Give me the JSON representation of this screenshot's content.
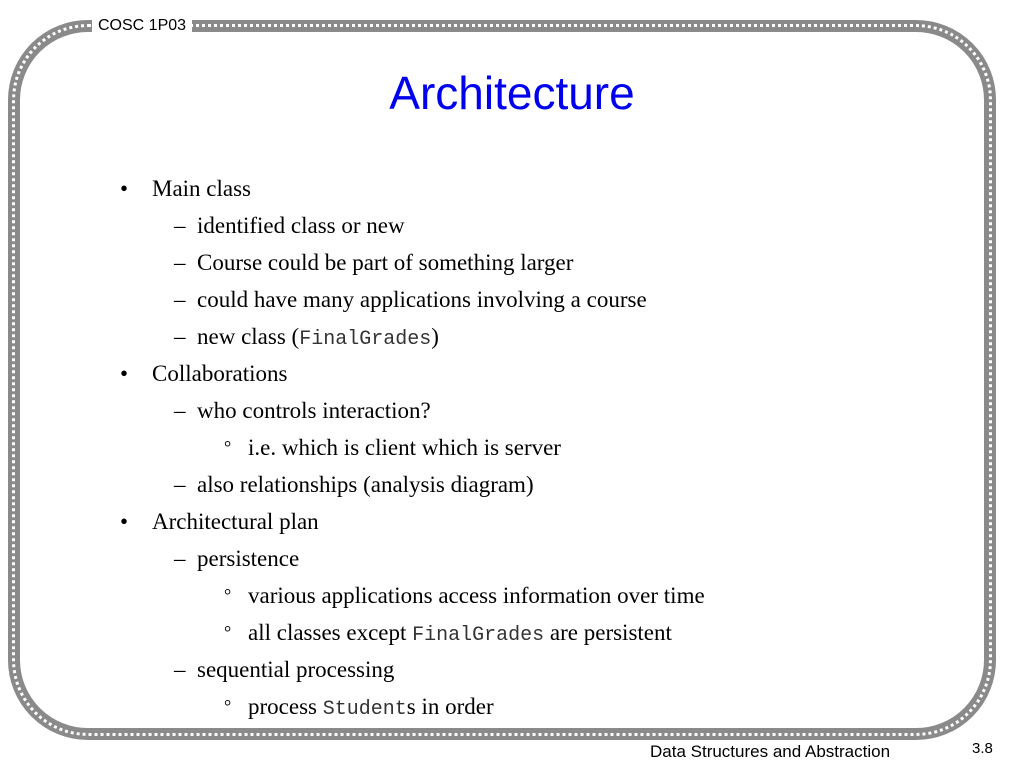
{
  "header": {
    "course": "COSC 1P03"
  },
  "title": "Architecture",
  "footer": {
    "subject": "Data Structures and Abstraction",
    "page": "3.8"
  },
  "markers": {
    "level1": "•",
    "level2": "–",
    "level3": "°"
  },
  "items": [
    {
      "level": 1,
      "parts": [
        {
          "text": "Main class"
        }
      ]
    },
    {
      "level": 2,
      "parts": [
        {
          "text": "identified class or new"
        }
      ]
    },
    {
      "level": 2,
      "parts": [
        {
          "text": "Course could be part of something larger"
        }
      ]
    },
    {
      "level": 2,
      "parts": [
        {
          "text": "could have many applications involving a course"
        }
      ]
    },
    {
      "level": 2,
      "parts": [
        {
          "text": "new class ("
        },
        {
          "text": "FinalGrades",
          "code": true
        },
        {
          "text": ")"
        }
      ]
    },
    {
      "level": 1,
      "parts": [
        {
          "text": "Collaborations"
        }
      ]
    },
    {
      "level": 2,
      "parts": [
        {
          "text": "who controls interaction?"
        }
      ]
    },
    {
      "level": 3,
      "parts": [
        {
          "text": "i.e. which is client which is server"
        }
      ]
    },
    {
      "level": 2,
      "parts": [
        {
          "text": "also relationships (analysis diagram)"
        }
      ]
    },
    {
      "level": 1,
      "parts": [
        {
          "text": "Architectural plan"
        }
      ]
    },
    {
      "level": 2,
      "parts": [
        {
          "text": "persistence"
        }
      ]
    },
    {
      "level": 3,
      "parts": [
        {
          "text": "various applications access information over time"
        }
      ]
    },
    {
      "level": 3,
      "parts": [
        {
          "text": "all classes except "
        },
        {
          "text": "FinalGrades",
          "code": true
        },
        {
          "text": " are persistent"
        }
      ]
    },
    {
      "level": 2,
      "parts": [
        {
          "text": "sequential processing"
        }
      ]
    },
    {
      "level": 3,
      "parts": [
        {
          "text": "process "
        },
        {
          "text": "Student",
          "code": true
        },
        {
          "text": "s in order"
        }
      ]
    }
  ]
}
